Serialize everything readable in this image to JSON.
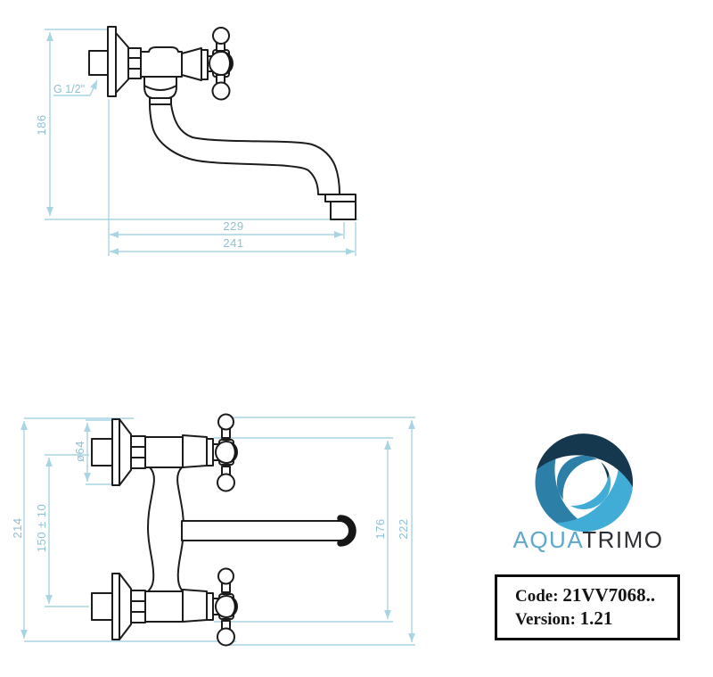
{
  "side_view": {
    "thread_label": "G 1/2\"",
    "dim_height": "186",
    "dim_reach_inner": "229",
    "dim_reach_outer": "241"
  },
  "front_view": {
    "dim_total_height": "214",
    "dim_inlet_centers": "150 ± 10",
    "dim_flange_diameter": "ø64",
    "dim_spout_length": "176",
    "dim_total_depth": "222"
  },
  "brand": {
    "name_aqua": "AQUA",
    "name_trimo": "TRIMO"
  },
  "product_box": {
    "code_label": "Code:",
    "code_value": "21VV7068..",
    "version_label": "Version:",
    "version_value": "1.21"
  },
  "colors": {
    "dimension_line": "#a8d4e4",
    "dimension_text": "#8fc0d4",
    "drawing_ink": "#1c1c1c",
    "logo_dark_blue": "#16384f",
    "logo_mid_blue": "#2c7fa6",
    "logo_light_blue": "#41add6",
    "brand_aqua": "#5fa8cd",
    "brand_trimo": "#2e2e35"
  }
}
